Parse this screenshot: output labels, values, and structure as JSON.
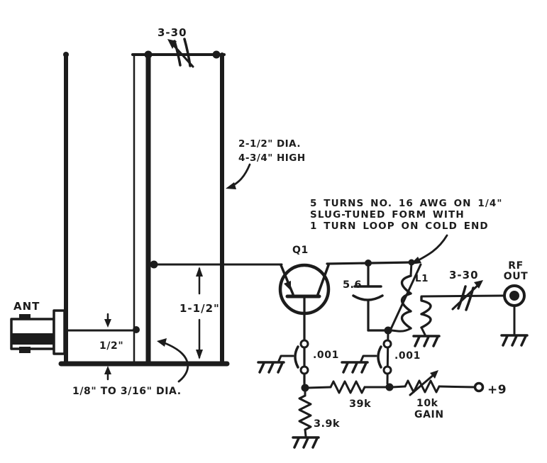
{
  "colors": {
    "ink": "#1c1c1c",
    "paper": "#ffffff"
  },
  "antenna": {
    "connector_label": "ANT",
    "top_trimmer_value": "3-30",
    "can_dimension_lines": [
      "2-1/2\" DIA.",
      "4-3/4\" HIGH"
    ],
    "tap_height": "1-1/2\"",
    "feed_tap_height": "1/2\"",
    "rod_diameter_note": "1/8\" TO 3/16\" DIA."
  },
  "circuit": {
    "transistor_ref": "Q1",
    "cap_value": "5.6",
    "coil_ref": "L1",
    "coil_note_lines": [
      "5 TURNS NO. 16 AWG ON 1/4\"",
      "SLUG-TUNED FORM WITH",
      "1 TURN LOOP ON COLD END"
    ],
    "output_trimmer_value": "3-30",
    "rf_out_lines": [
      "RF",
      "OUT"
    ],
    "bypass_cap_values": [
      ".001",
      ".001"
    ],
    "base_resistor_value": "39k",
    "gain_pot_value": "10k",
    "gain_pot_label": "GAIN",
    "emitter_resistor_value": "3.9k",
    "supply_terminal": "+9"
  }
}
